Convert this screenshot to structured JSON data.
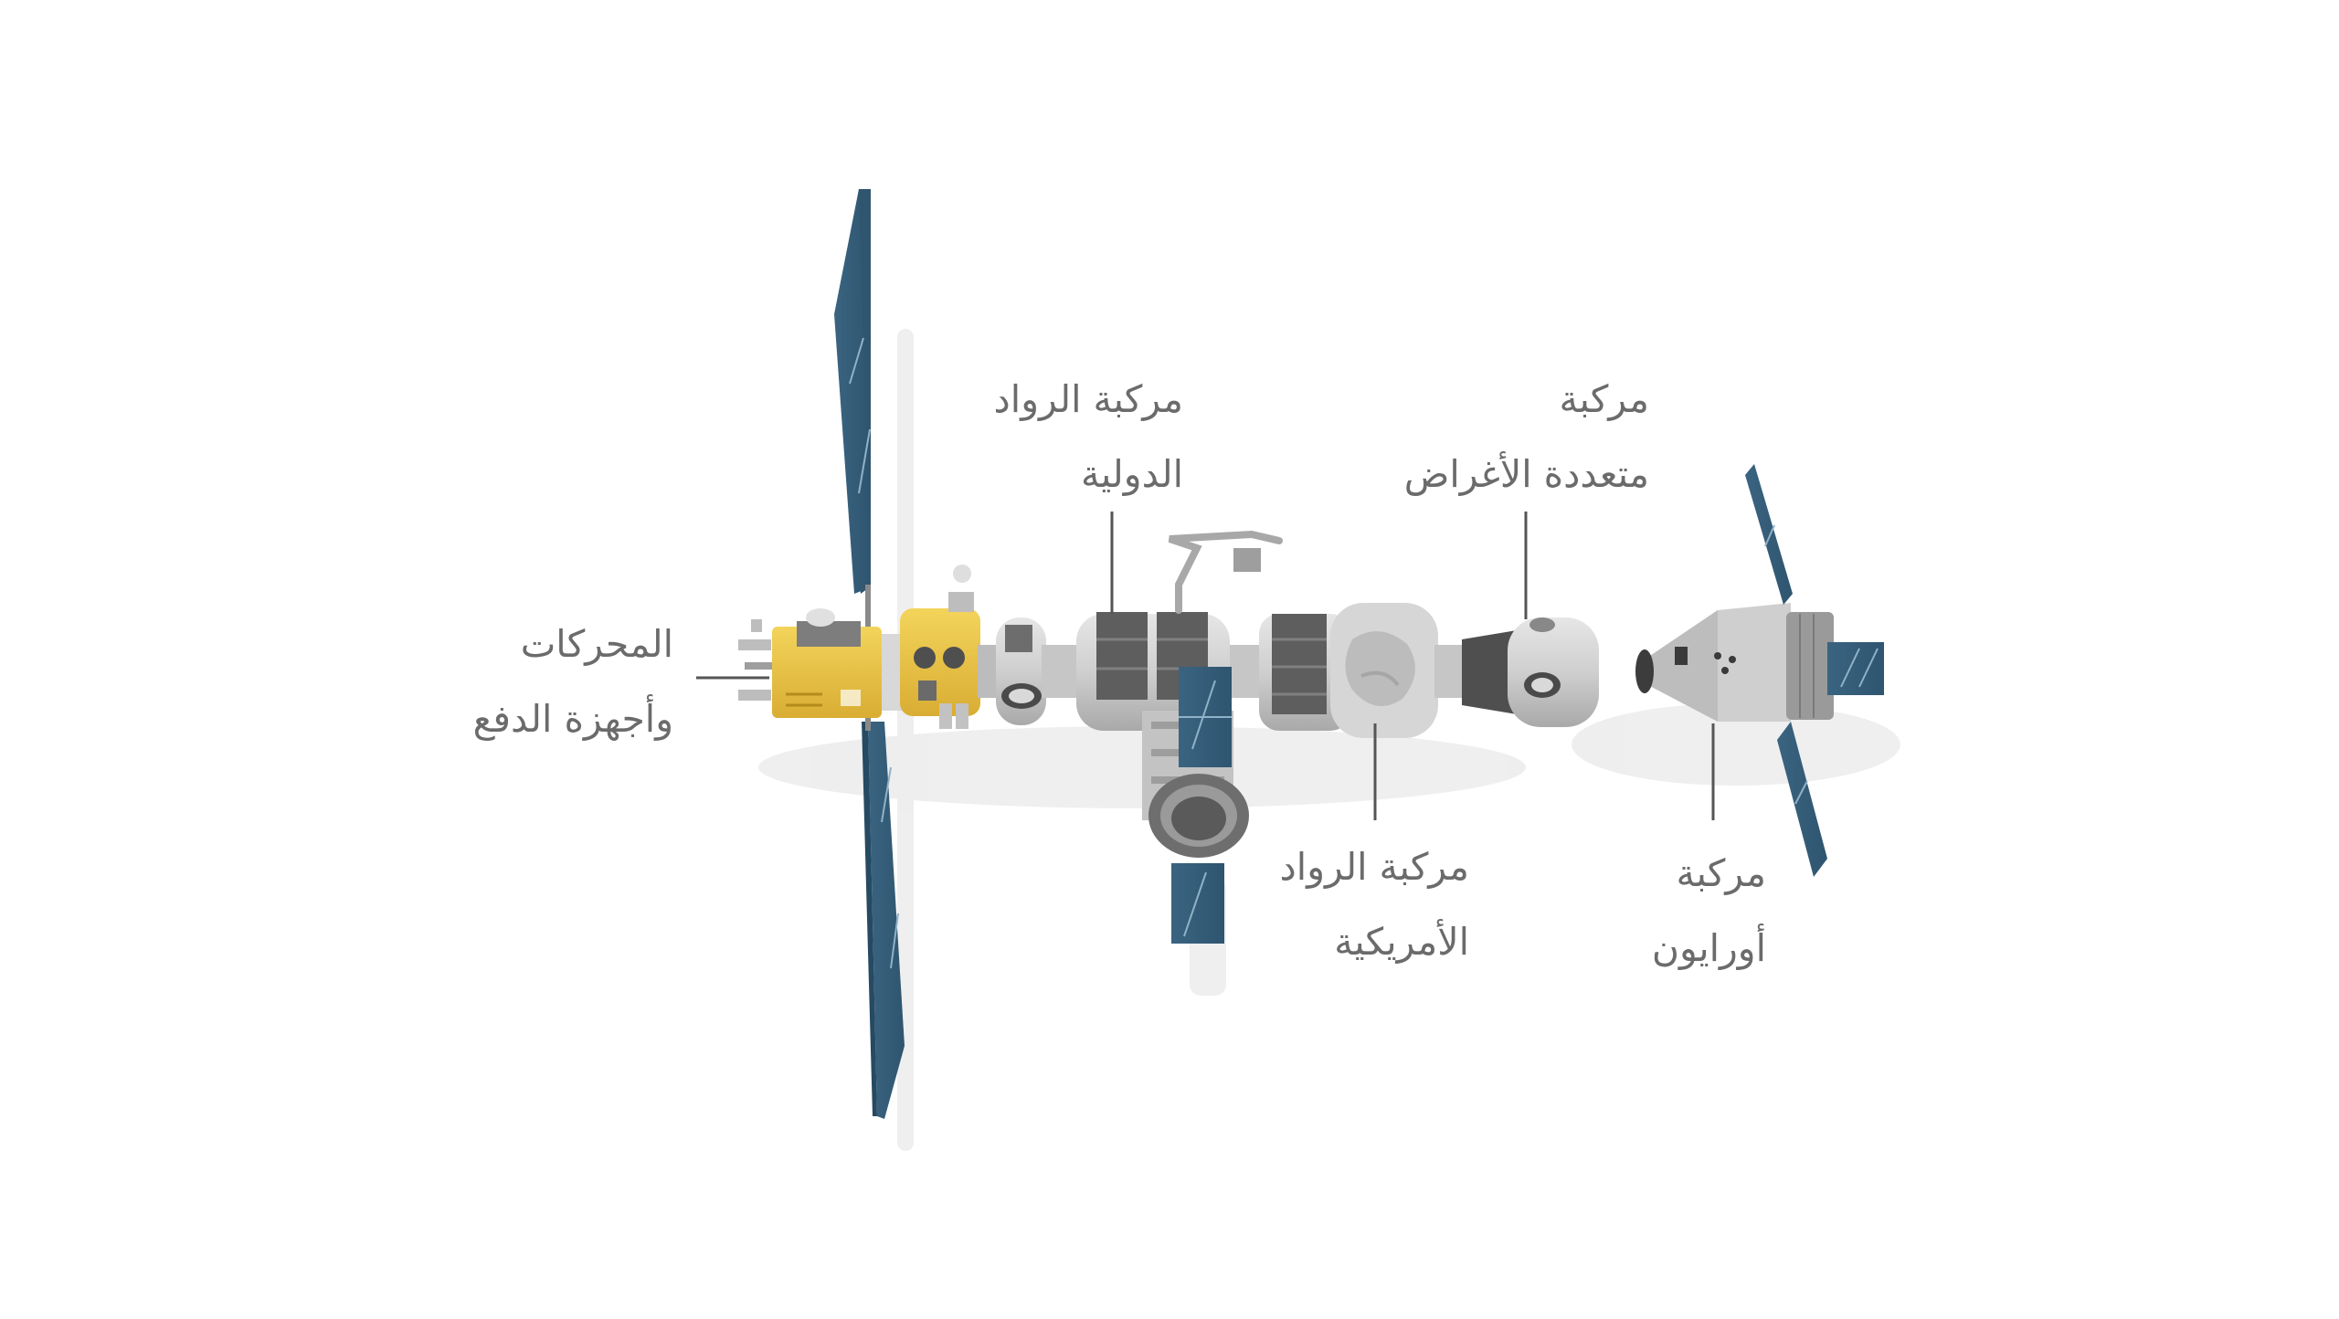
{
  "labels": {
    "propulsion": {
      "line1": "المحركات",
      "line2": "وأجهزة الدفع"
    },
    "international_hab": {
      "line1": "مركبة الرواد",
      "line2": "الدولية"
    },
    "multipurpose": {
      "line1": "مركبة",
      "line2": "متعددة الأغراض"
    },
    "us_hab": {
      "line1": "مركبة الرواد",
      "line2": "الأمريكية"
    },
    "orion": {
      "line1": "مركبة",
      "line2": "أورايون"
    }
  },
  "colors": {
    "solar_panel": "#3c6680",
    "module_gray": "#c9c9c9",
    "module_dark": "#5c5c5c",
    "propulsion_yellow": "#e8c64a",
    "leader_line": "#555555",
    "label_text": "#6b6b6b",
    "shadow": "#ececec"
  }
}
